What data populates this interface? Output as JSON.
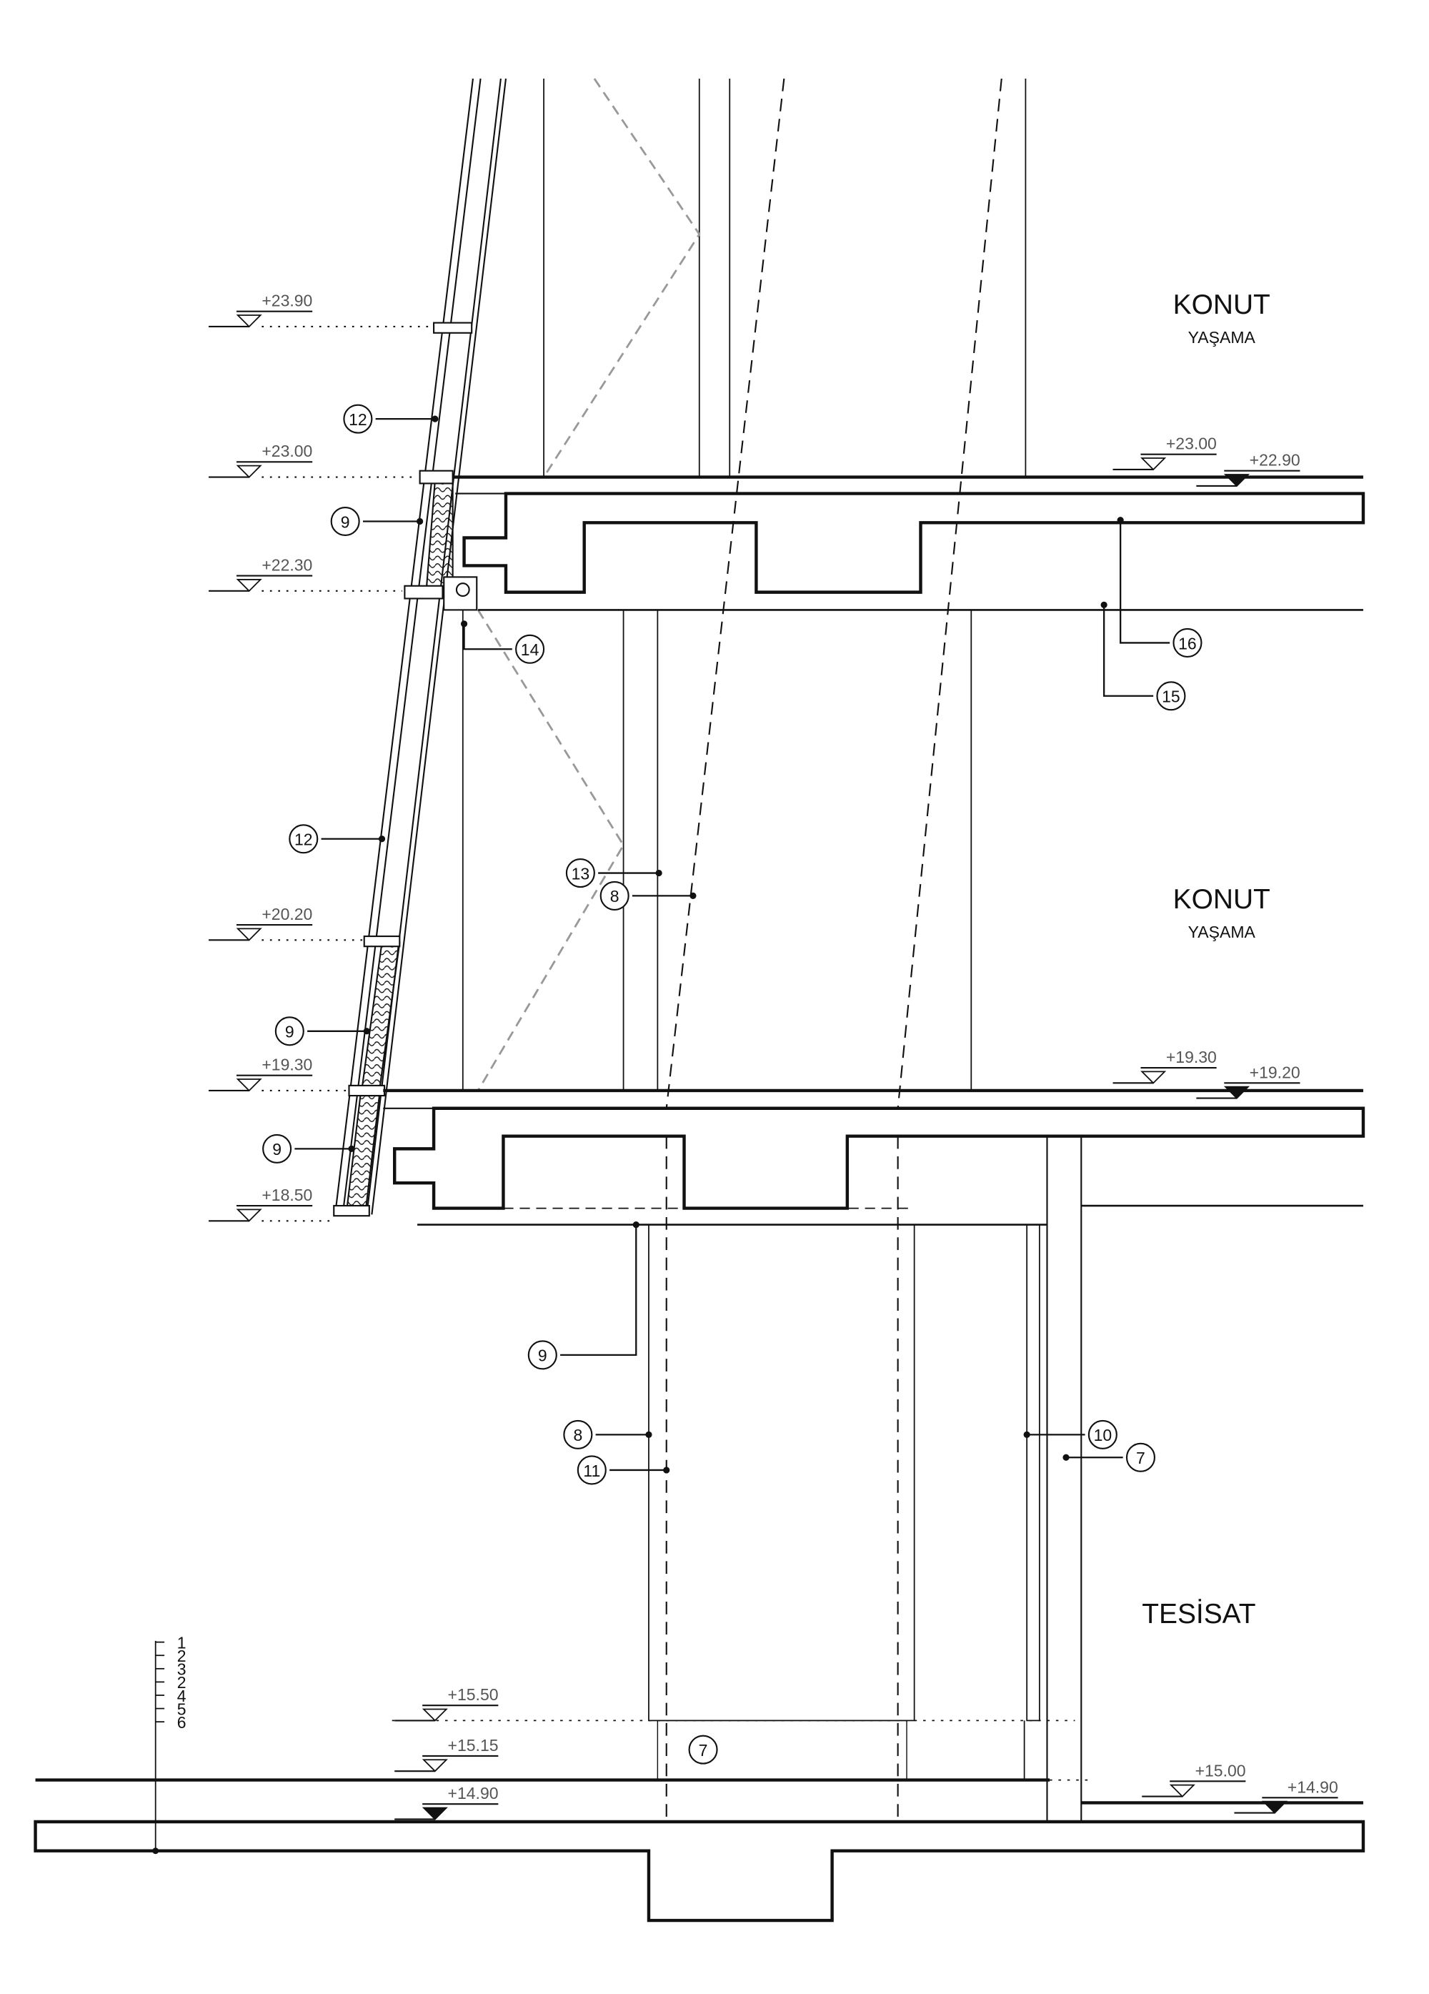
{
  "rooms": [
    {
      "title": "KONUT",
      "subtitle": "YAŞAMA"
    },
    {
      "title": "KONUT",
      "subtitle": "YAŞAMA"
    },
    {
      "title": "TESİSAT"
    }
  ],
  "elevations": [
    "+23.90",
    "+23.00",
    "+22.30",
    "+20.20",
    "+19.30",
    "+18.50",
    "+23.00",
    "+22.90",
    "+19.30",
    "+19.20",
    "+15.50",
    "+15.15",
    "+14.90",
    "+15.00",
    "+14.90"
  ],
  "callouts": [
    "12",
    "9",
    "14",
    "16",
    "15",
    "12",
    "13",
    "8",
    "9",
    "9",
    "9",
    "8",
    "11",
    "10",
    "7",
    "7"
  ],
  "layer_legend": [
    "1",
    "2",
    "3",
    "2",
    "4",
    "5",
    "6"
  ],
  "colors": {
    "line": "#111111",
    "elevation_text": "#555555",
    "dashed_guide": "#999999"
  }
}
